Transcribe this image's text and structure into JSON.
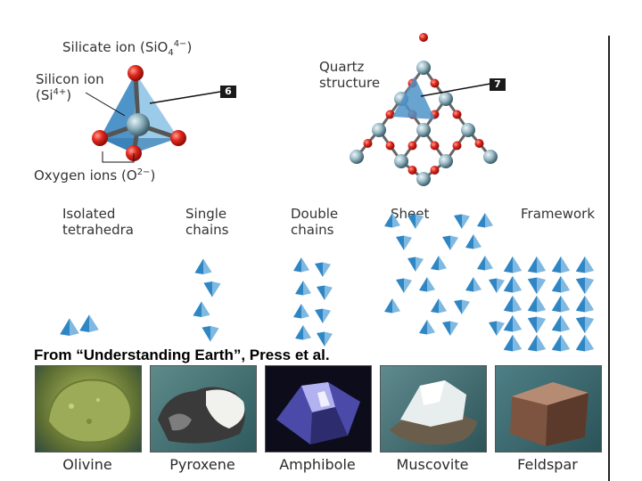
{
  "top_left": {
    "silicate_ion_label": "Silicate ion (SiO",
    "silicate_ion_sub": "4",
    "silicate_ion_sup": "4−",
    "silicate_ion_close": ")",
    "silicon_ion_label_line1": "Silicon ion",
    "silicon_ion_label_line2": "(Si",
    "silicon_ion_sup": "4+",
    "silicon_ion_close": ")",
    "oxygen_ions_label": "Oxygen ions (O",
    "oxygen_ions_sup": "2−",
    "oxygen_ions_close": ")",
    "callout_number": "6"
  },
  "quartz": {
    "label_line1": "Quartz",
    "label_line2": "structure",
    "callout_number": "7"
  },
  "structures": [
    {
      "line1": "Isolated",
      "line2": "tetrahedra"
    },
    {
      "line1": "Single",
      "line2": "chains"
    },
    {
      "line1": "Double",
      "line2": "chains"
    },
    {
      "line1": "Sheet",
      "line2": ""
    },
    {
      "line1": "Framework",
      "line2": ""
    }
  ],
  "source_note": "From “Understanding Earth”, Press et al.",
  "minerals": [
    "Olivine",
    "Pyroxene",
    "Amphibole",
    "Muscovite",
    "Feldspar"
  ],
  "colors": {
    "tetra_blue": "#2f86c4",
    "tetra_light": "#7fb8e0",
    "oxygen_red": "#e0261c",
    "silicon_gray": "#8fb3c0"
  }
}
